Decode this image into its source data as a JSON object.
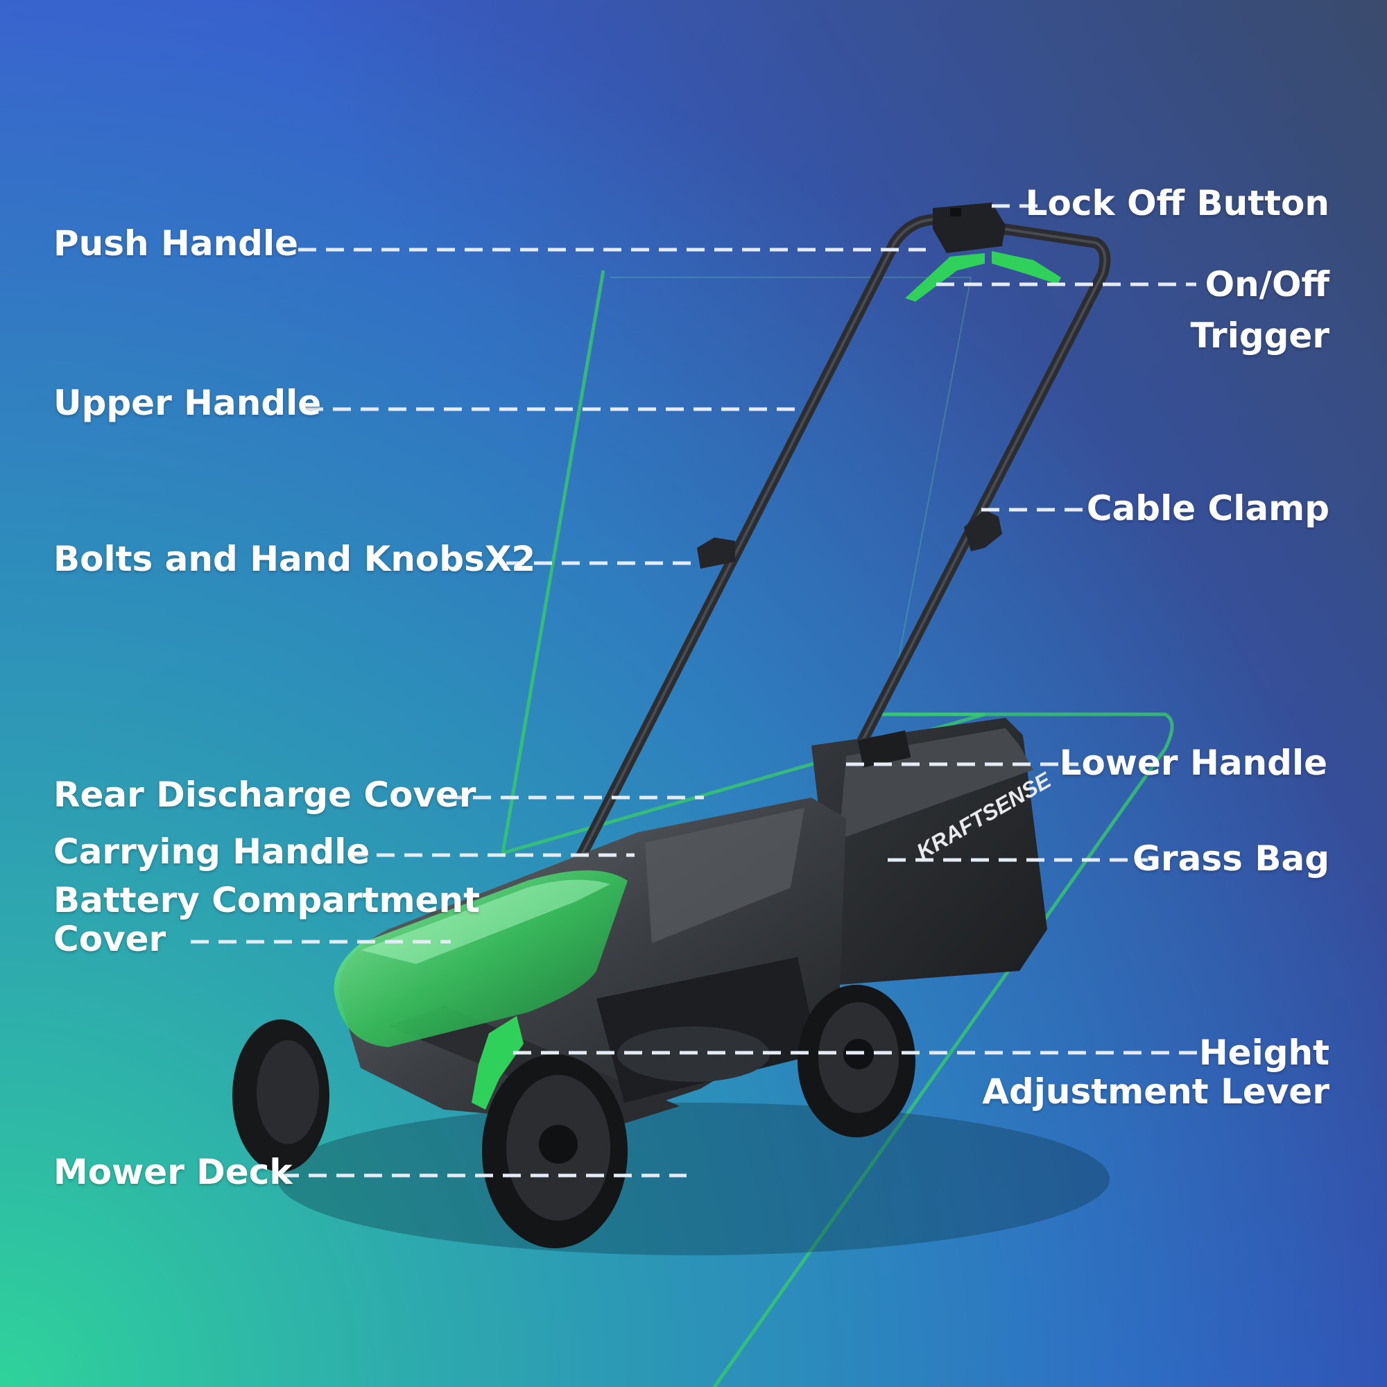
{
  "colors": {
    "bg_top_left": "#3a5fd0",
    "bg_top_right": "#3a4a68",
    "bg_bottom_left": "#2fd39a",
    "bg_bottom_right": "#2f4fd0",
    "accent_green": "#37c96b",
    "label_text": "#ffffff",
    "leader_line": "#e6ecf5"
  },
  "brand": {
    "deck_text": "KRAFTSENSE"
  },
  "callouts": {
    "push_handle": {
      "lines": [
        "Push Handle"
      ]
    },
    "upper_handle": {
      "lines": [
        "Upper Handle"
      ]
    },
    "bolts_knobs": {
      "lines": [
        "Bolts and Hand KnobsX2"
      ]
    },
    "rear_discharge": {
      "lines": [
        "Rear Discharge Cover"
      ]
    },
    "carrying_handle": {
      "lines": [
        "Carrying Handle"
      ]
    },
    "battery_cover": {
      "lines": [
        "Battery Compartment",
        "Cover"
      ]
    },
    "mower_deck": {
      "lines": [
        "Mower Deck"
      ]
    },
    "lock_off": {
      "lines": [
        "Lock Off Button"
      ]
    },
    "on_off_trigger": {
      "lines": [
        "On/Off",
        "Trigger"
      ]
    },
    "cable_clamp": {
      "lines": [
        "Cable Clamp"
      ]
    },
    "lower_handle": {
      "lines": [
        "Lower Handle"
      ]
    },
    "grass_bag": {
      "lines": [
        "Grass Bag"
      ]
    },
    "height_lever": {
      "lines": [
        "Height",
        "Adjustment Lever"
      ]
    }
  }
}
